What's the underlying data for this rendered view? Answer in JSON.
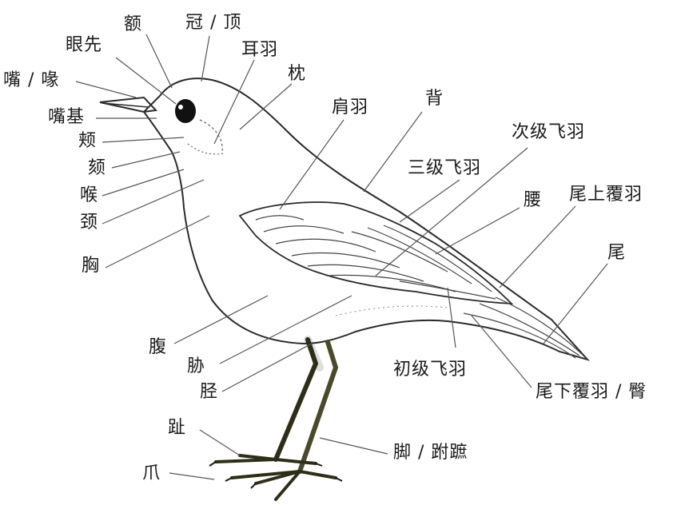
{
  "labels": {
    "e": "额",
    "guan_ding": "冠 / 顶",
    "yan_xian": "眼先",
    "er_yu": "耳羽",
    "zhen": "枕",
    "zui_hui": "嘴 / 喙",
    "zui_ji": "嘴基",
    "jia": "颊",
    "ke": "颏",
    "hou": "喉",
    "jing": "颈",
    "xiong": "胸",
    "jian_yu": "肩羽",
    "bei": "背",
    "ci_ji_fei_yu": "次级飞羽",
    "san_ji_fei_yu": "三级飞羽",
    "yao": "腰",
    "wei_shang_fu_yu": "尾上覆羽",
    "wei": "尾",
    "fu": "腹",
    "xie": "胁",
    "jing_tibia": "胫",
    "chu_ji_fei_yu": "初级飞羽",
    "wei_xia_fu_yu": "尾下覆羽 / 臀",
    "zhi": "趾",
    "zhao": "爪",
    "jiao": "脚 / 跗蹠"
  },
  "colors": {
    "outline": "#2a2a2a",
    "leader": "#555555",
    "eye": "#111111",
    "leg": "#4a4a2a",
    "leg_dark": "#2e2e18"
  }
}
